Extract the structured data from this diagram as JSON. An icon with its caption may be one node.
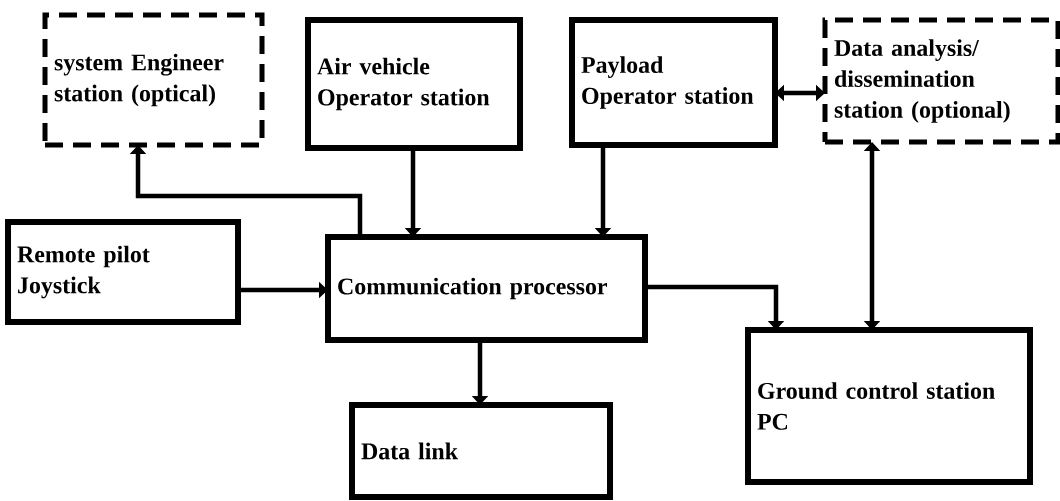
{
  "diagram": {
    "nodes": [
      {
        "text": [
          "system Engineer station (optical)"
        ]
      },
      {
        "text": [
          "Air vehicle Operator station"
        ]
      },
      {
        "text": [
          "Payload Operator station"
        ]
      },
      {
        "text": [
          "Data analysis/ dissemination station (optional)"
        ]
      },
      {
        "text": [
          "Remote pilot Joystick"
        ]
      },
      {
        "text": [
          "Communication processor"
        ]
      },
      {
        "text": [
          "Ground control station PC"
        ]
      },
      {
        "text": [
          "Data link"
        ]
      }
    ],
    "edges": [
      {
        "from": 5,
        "to": 0,
        "arrow": "to"
      },
      {
        "from": 1,
        "to": 5,
        "arrow": "to"
      },
      {
        "from": 2,
        "to": 5,
        "arrow": "to"
      },
      {
        "from": 2,
        "to": 3,
        "arrow": "both"
      },
      {
        "from": 4,
        "to": 5,
        "arrow": "to"
      },
      {
        "from": 5,
        "to": 6,
        "arrow": "to"
      },
      {
        "from": 3,
        "to": 6,
        "arrow": "both"
      },
      {
        "from": 5,
        "to": 7,
        "arrow": "to"
      }
    ]
  }
}
